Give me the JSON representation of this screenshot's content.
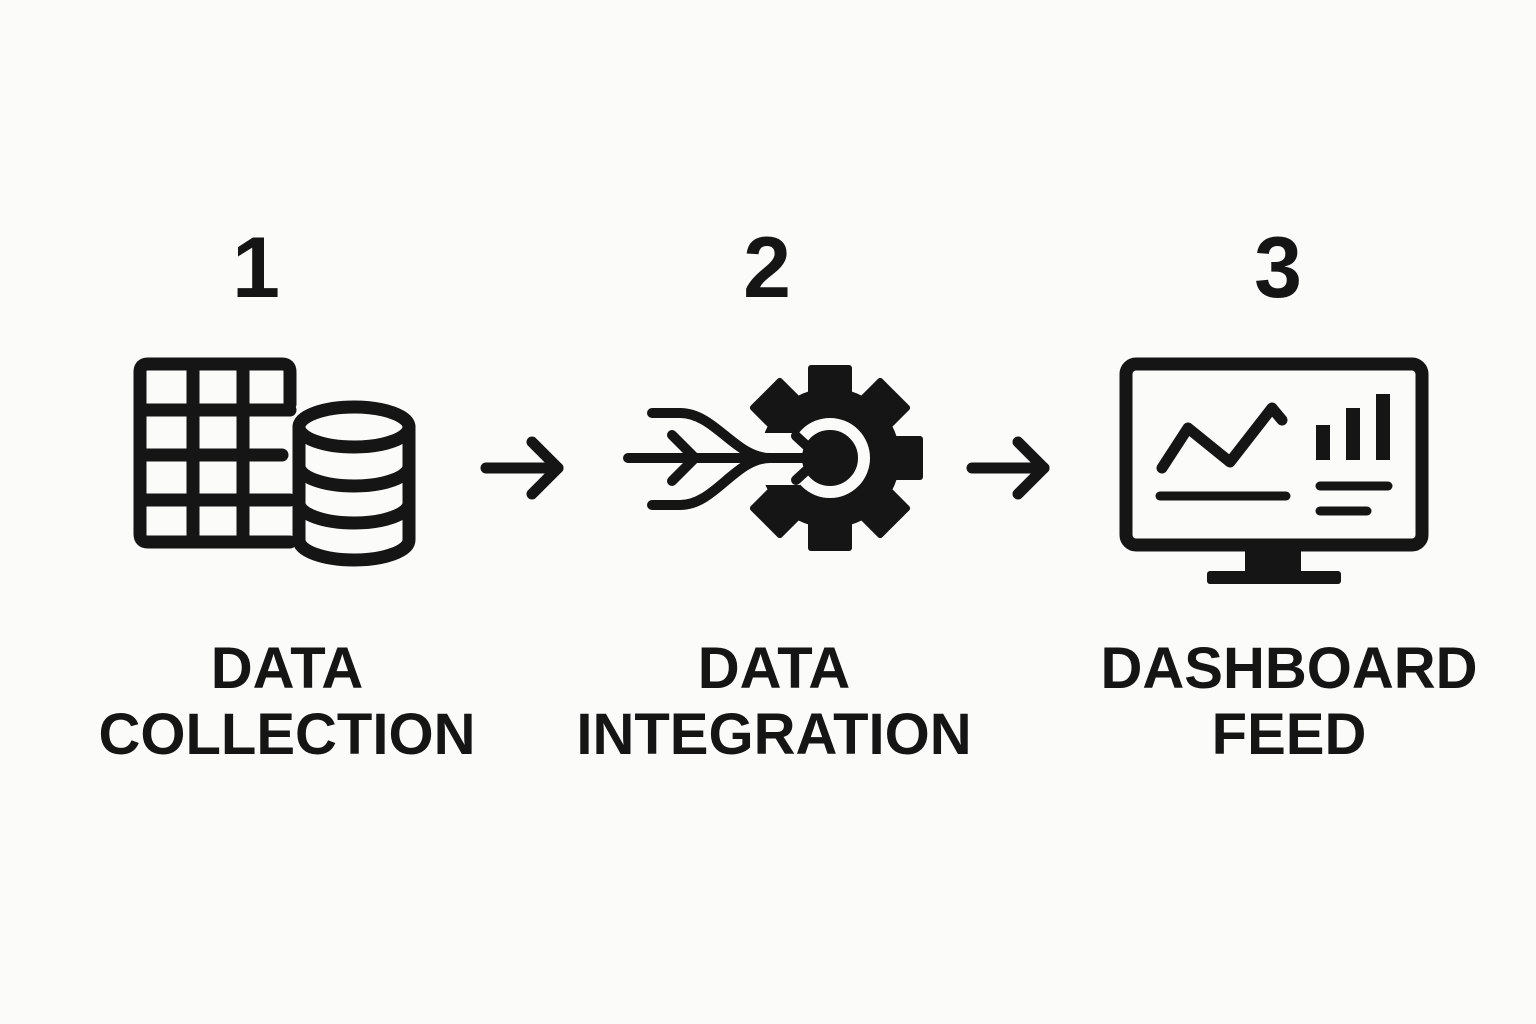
{
  "steps": [
    {
      "number": "1",
      "label_line1": "DATA",
      "label_line2": "COLLECTION",
      "icon": "table-database-icon"
    },
    {
      "number": "2",
      "label_line1": "DATA",
      "label_line2": "INTEGRATION",
      "icon": "merge-gear-icon"
    },
    {
      "number": "3",
      "label_line1": "DASHBOARD",
      "label_line2": "FEED",
      "icon": "monitor-dashboard-icon"
    }
  ],
  "connectors": [
    "arrow-right-icon",
    "arrow-right-icon"
  ],
  "colors": {
    "background": "#fbfbf9",
    "ink": "#151515"
  }
}
